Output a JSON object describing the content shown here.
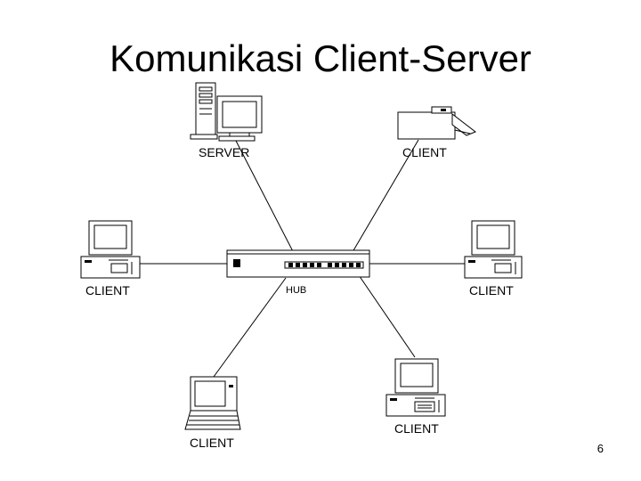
{
  "title": "Komunikasi Client-Server",
  "nodes": {
    "server_label": "SERVER",
    "printer_client_label": "CLIENT",
    "left_client_label": "CLIENT",
    "right_client_label": "CLIENT",
    "laptop_client_label": "CLIENT",
    "bottom_client_label": "CLIENT",
    "hub_label": "HUB"
  },
  "icons": {
    "server": "server-tower-with-monitor-icon",
    "printer": "printer-icon",
    "desktop": "desktop-computer-icon",
    "laptop": "laptop-icon",
    "hub": "network-hub-icon"
  },
  "page_number": "6"
}
